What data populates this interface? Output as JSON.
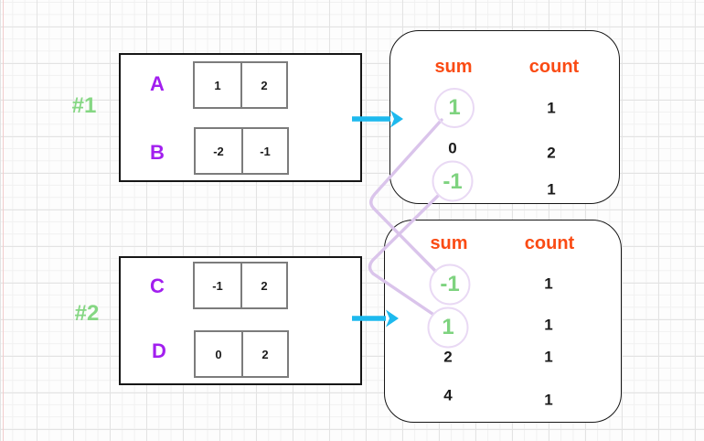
{
  "colors": {
    "header_orange": "#fa4b14",
    "sum_green": "#7ed37f",
    "label_green": "#85d783",
    "letter_purple": "#a21fef",
    "arrow_cyan": "#1db9ee",
    "connector_lavender": "#dac4eb",
    "circle_lavender": "#e9d9f4",
    "cell_border_gray": "#7c7c7c",
    "box_border": "#161616",
    "number_black": "#1b1b1b",
    "grid_minor": "#f1f1f1",
    "grid_major": "#e3e3e3",
    "margin_pink": "#f2cccc"
  },
  "examples": [
    {
      "label": "#1",
      "arrays": [
        {
          "name": "A",
          "cells": [
            "1",
            "2"
          ]
        },
        {
          "name": "B",
          "cells": [
            "-2",
            "-1"
          ]
        }
      ],
      "table": {
        "sum_header": "sum",
        "count_header": "count",
        "rows": [
          {
            "sum": "1",
            "count": "1",
            "circled": true
          },
          {
            "sum": "0",
            "count": "2",
            "circled": false
          },
          {
            "sum": "-1",
            "count": "1",
            "circled": true
          }
        ]
      }
    },
    {
      "label": "#2",
      "arrays": [
        {
          "name": "C",
          "cells": [
            "-1",
            "2"
          ]
        },
        {
          "name": "D",
          "cells": [
            "0",
            "2"
          ]
        }
      ],
      "table": {
        "sum_header": "sum",
        "count_header": "count",
        "rows": [
          {
            "sum": "-1",
            "count": "1",
            "circled": true
          },
          {
            "sum": "1",
            "count": "1",
            "circled": true
          },
          {
            "sum": "2",
            "count": "1",
            "circled": false
          },
          {
            "sum": "4",
            "count": "1",
            "circled": false
          }
        ]
      }
    }
  ],
  "connections": [
    {
      "from": "example-1 sum 1",
      "to": "example-2 sum -1"
    },
    {
      "from": "example-1 sum -1",
      "to": "example-2 sum 1"
    }
  ]
}
